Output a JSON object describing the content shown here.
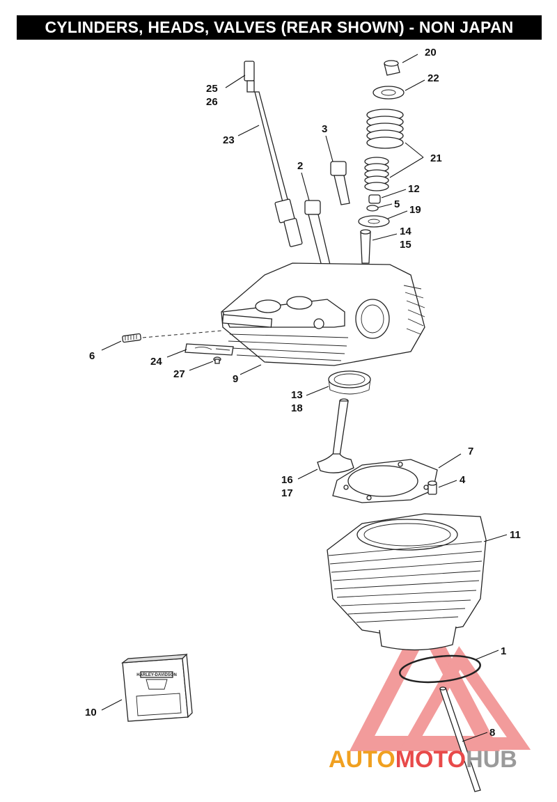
{
  "title": "CYLINDERS, HEADS, VALVES (REAR SHOWN) - NON JAPAN",
  "callouts": [
    {
      "id": "c20",
      "text": "20"
    },
    {
      "id": "c22",
      "text": "22"
    },
    {
      "id": "c25",
      "text": "25"
    },
    {
      "id": "c26",
      "text": "26"
    },
    {
      "id": "c23",
      "text": "23"
    },
    {
      "id": "c3",
      "text": "3"
    },
    {
      "id": "c21",
      "text": "21"
    },
    {
      "id": "c2",
      "text": "2"
    },
    {
      "id": "c12",
      "text": "12"
    },
    {
      "id": "c5",
      "text": "5"
    },
    {
      "id": "c19",
      "text": "19"
    },
    {
      "id": "c14",
      "text": "14"
    },
    {
      "id": "c15",
      "text": "15"
    },
    {
      "id": "c6",
      "text": "6"
    },
    {
      "id": "c24",
      "text": "24"
    },
    {
      "id": "c27",
      "text": "27"
    },
    {
      "id": "c9",
      "text": "9"
    },
    {
      "id": "c13",
      "text": "13"
    },
    {
      "id": "c18",
      "text": "18"
    },
    {
      "id": "c7",
      "text": "7"
    },
    {
      "id": "c16",
      "text": "16"
    },
    {
      "id": "c17",
      "text": "17"
    },
    {
      "id": "c4",
      "text": "4"
    },
    {
      "id": "c11",
      "text": "11"
    },
    {
      "id": "c1",
      "text": "1"
    },
    {
      "id": "c10",
      "text": "10"
    },
    {
      "id": "c8",
      "text": "8"
    }
  ],
  "kit_box_label": "HARLEY-DAVIDSON",
  "watermark": {
    "part1": "AUTO",
    "part2": "MOTO",
    "part3": "HUB",
    "colors": {
      "auto": "#f0a020",
      "moto": "#e84a4a",
      "hub": "#9a9a9a"
    }
  },
  "colors": {
    "title_bg": "#000000",
    "title_fg": "#ffffff",
    "line": "#111111"
  }
}
